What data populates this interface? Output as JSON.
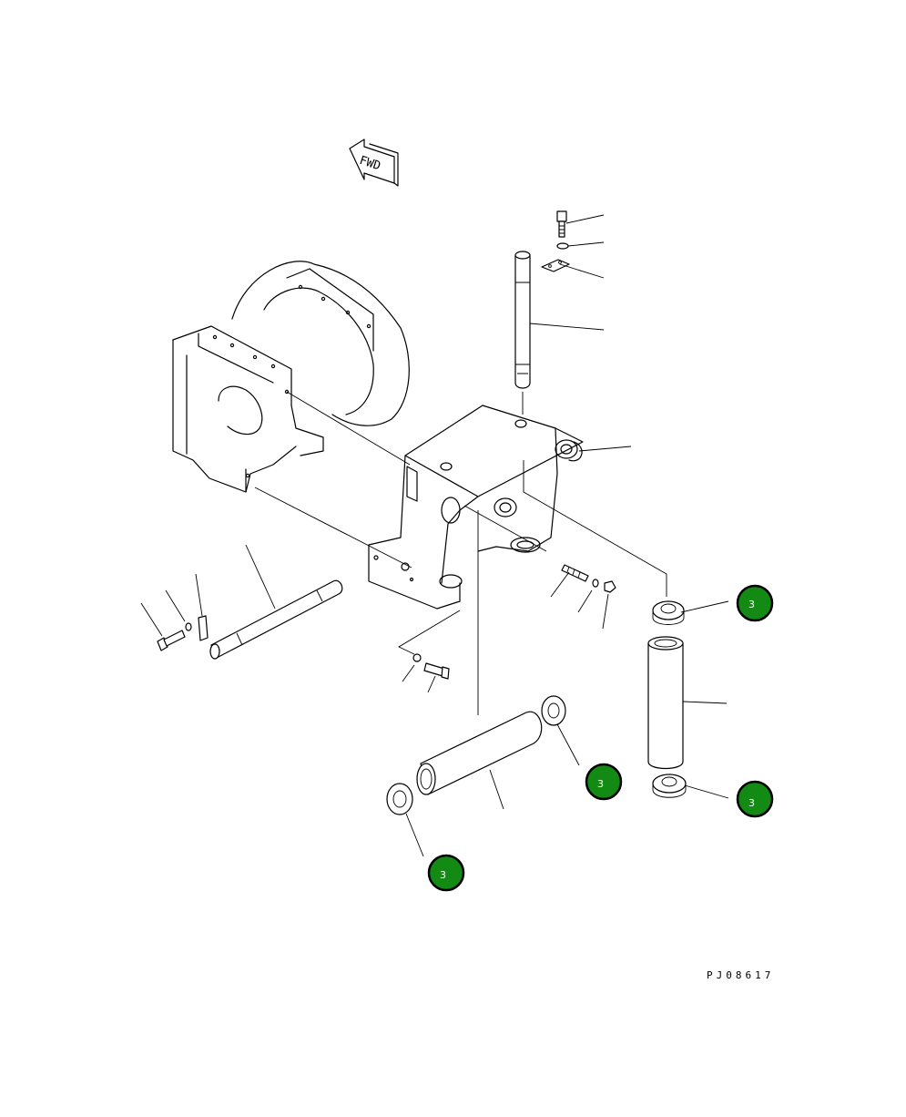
{
  "direction_label": "FWD",
  "figure_code": "PJ08617",
  "callouts": [
    {
      "id": "badge-1",
      "label": "3"
    },
    {
      "id": "badge-2",
      "label": "3"
    },
    {
      "id": "badge-3",
      "label": "3"
    },
    {
      "id": "badge-4",
      "label": "3"
    }
  ],
  "colors": {
    "badge_fill": "#138a13",
    "badge_ring": "#000000",
    "line": "#000000"
  }
}
